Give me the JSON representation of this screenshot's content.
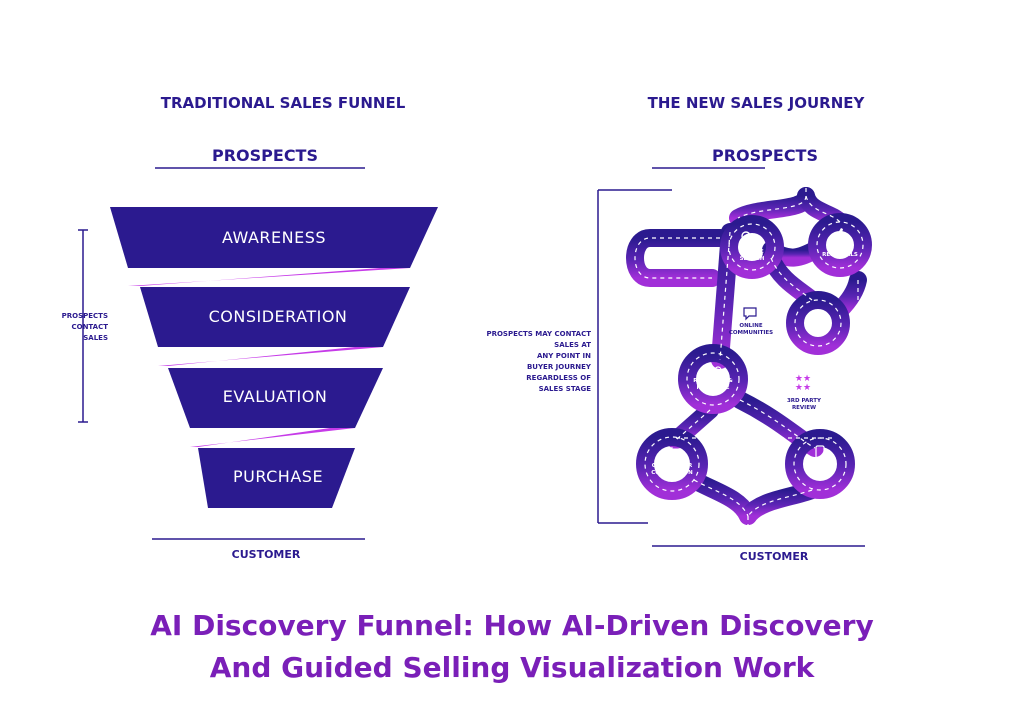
{
  "colors": {
    "navy": "#2b1a8f",
    "purple": "#9b2fd6",
    "magenta": "#c63be8",
    "caption": "#7a1fb8"
  },
  "left_panel": {
    "title": "TRADITIONAL SALES FUNNEL",
    "prospects_label": "PROSPECTS",
    "customer_label": "CUSTOMER",
    "side_note": [
      "PROSPECTS",
      "CONTACT",
      "SALES"
    ],
    "stages": [
      "AWARENESS",
      "CONSIDERATION",
      "EVALUATION",
      "PURCHASE"
    ]
  },
  "right_panel": {
    "title": "THE NEW SALES JOURNEY",
    "prospects_label": "PROSPECTS",
    "customer_label": "CUSTOMER",
    "side_note": [
      "PROSPECTS MAY CONTACT",
      "SALES AT",
      "ANY POINT IN",
      "BUYER JOURNEY",
      "REGARDLESS OF",
      "SALES STAGE"
    ],
    "nodes": {
      "online_search": [
        "ONLINE",
        "SEARCH"
      ],
      "peer_referrals": [
        "PEER",
        "REFERRALS"
      ],
      "research_resource": [
        "RESEARCH &",
        "RESOURCE"
      ],
      "competitor_comparison": [
        "COMPETITOR",
        "COMPARISON"
      ],
      "contact_sales": [
        "CONTACT",
        "SALES"
      ]
    },
    "stops": {
      "online_communities": [
        "ONLINE",
        "COMMUNITIES"
      ],
      "third_party_review": [
        "3RD PARTY",
        "REVIEW"
      ]
    },
    "icons": [
      "magnifier-icon",
      "thumbs-up-icon",
      "chat-bubble-icon",
      "glasses-icon",
      "stars-icon",
      "scales-icon",
      "phone-icon"
    ]
  },
  "caption": {
    "line1": "AI Discovery Funnel: How AI-Driven Discovery",
    "line2": "And Guided Selling Visualization Work"
  }
}
